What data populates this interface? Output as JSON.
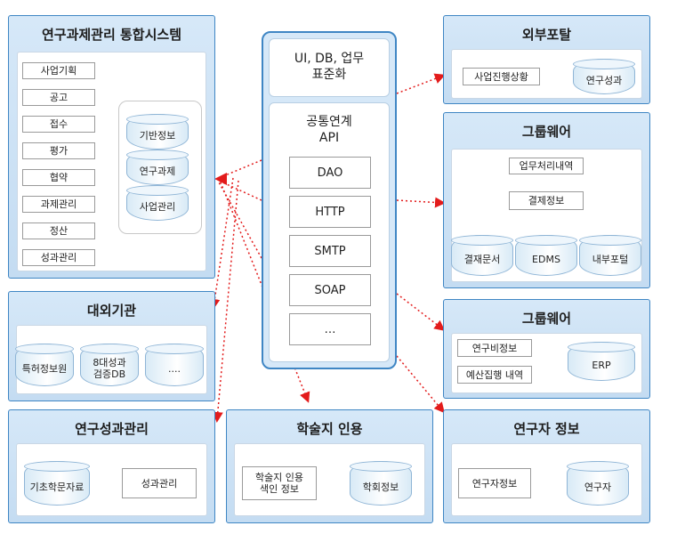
{
  "center": {
    "top_label": "UI, DB, 업무\n표준화",
    "api_title": "공통연계\nAPI",
    "apis": [
      "DAO",
      "HTTP",
      "SMTP",
      "SOAP",
      "…"
    ]
  },
  "main_system": {
    "title": "연구과제관리 통합시스템",
    "flow": [
      "사업기획",
      "공고",
      "접수",
      "평가",
      "협약",
      "과제관리",
      "정산",
      "성과관리"
    ],
    "dbs": [
      "기반정보",
      "연구과제",
      "사업관리"
    ]
  },
  "external_agency": {
    "title": "대외기관",
    "dbs": [
      "특허정보원",
      "8대성과\n검증DB",
      "...."
    ]
  },
  "research_results": {
    "title": "연구성과관리",
    "db": "기초학문자료",
    "box": "성과관리"
  },
  "academic": {
    "title": "학술지 인용",
    "box": "학술지 인용\n색인 정보",
    "db": "학회정보"
  },
  "researcher": {
    "title": "연구자 정보",
    "box": "연구자정보",
    "db": "연구자"
  },
  "portal": {
    "title": "외부포탈",
    "box": "사업진행상황",
    "db": "연구성과"
  },
  "groupware1": {
    "title": "그룹웨어",
    "boxes": [
      "업무처리내역",
      "결제정보"
    ],
    "dbs": [
      "결재문서",
      "EDMS",
      "내부포털"
    ]
  },
  "groupware2": {
    "title": "그룹웨어",
    "boxes": [
      "연구비정보",
      "예산집행 내역"
    ],
    "db": "ERP"
  },
  "colors": {
    "panel_border": "#3f86c4",
    "arrow_red": "#e31b1b",
    "panel_fill": "#d6e8f8"
  }
}
